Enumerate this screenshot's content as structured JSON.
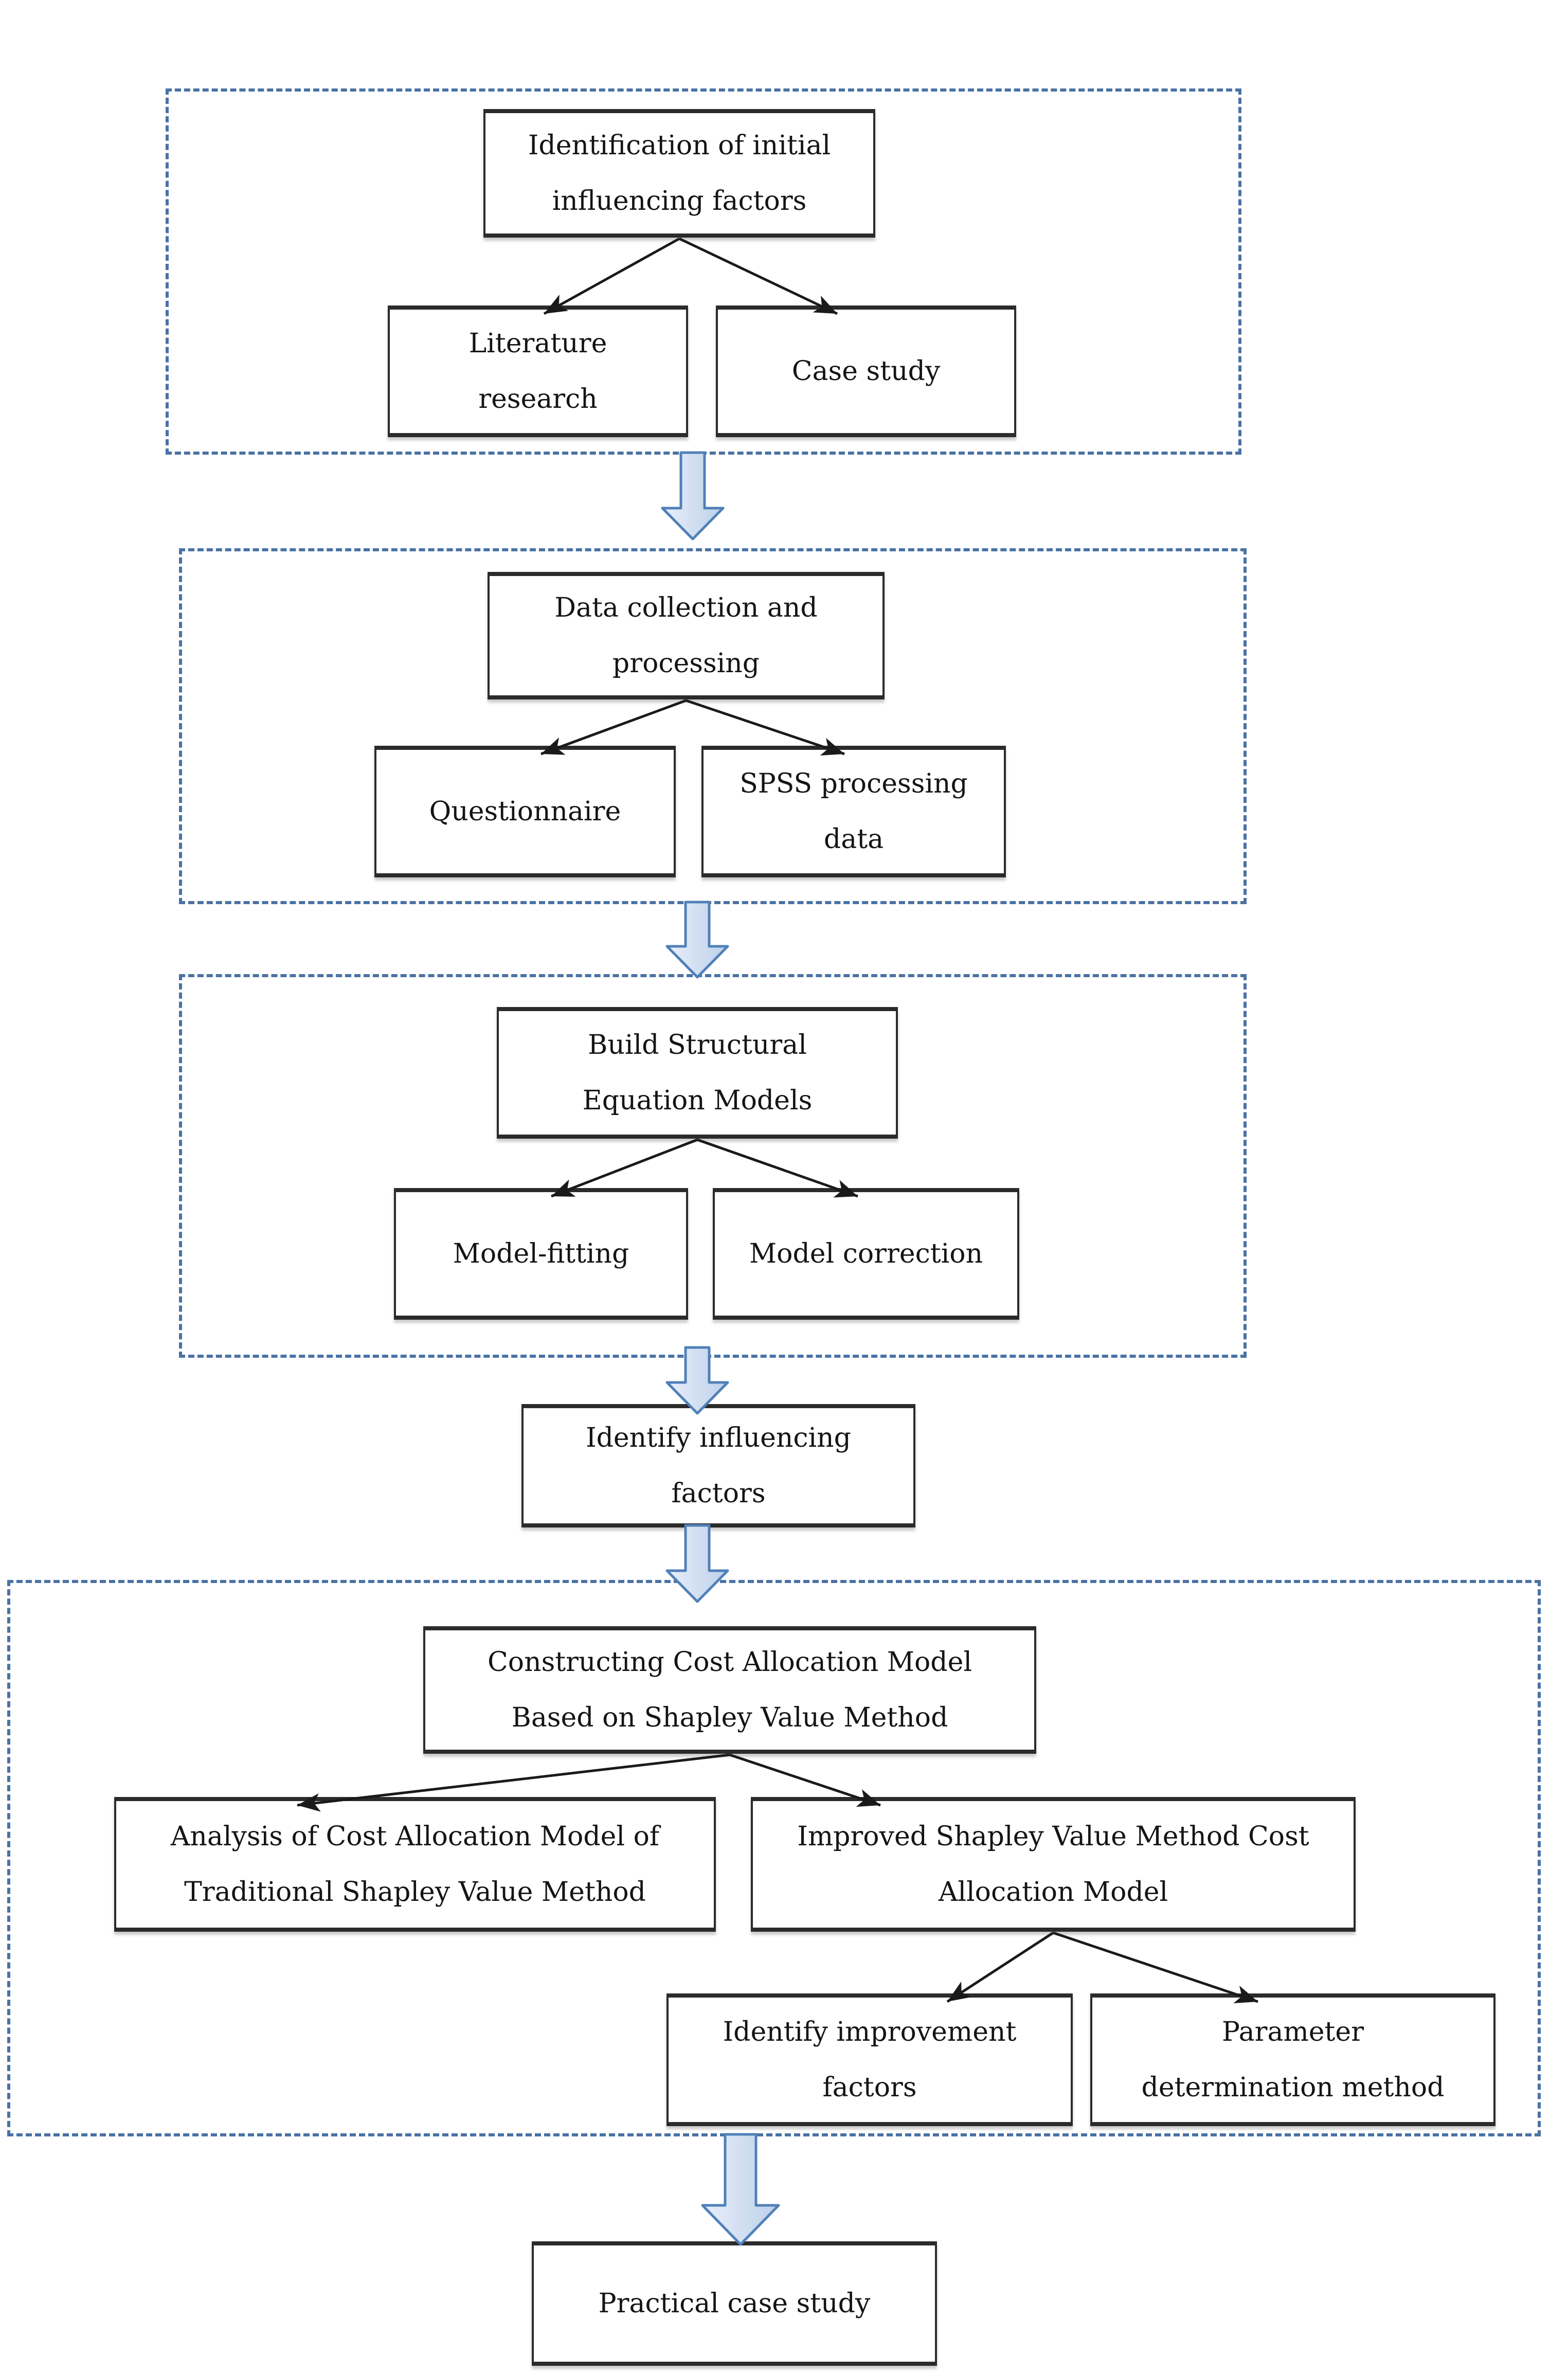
{
  "figure": {
    "type": "flowchart",
    "background": "#ffffff",
    "description_visible_text_only": true
  },
  "palette": {
    "dashed_border": "#4a72a4",
    "box_border": "#2b2b2b",
    "text": "#141414",
    "connector": "#1a1a1a",
    "flow_arrow_fill_top": "#e9effa",
    "flow_arrow_fill_bottom": "#bcd0ea",
    "flow_arrow_stroke": "#5080b8"
  },
  "nodes": {
    "a1": {
      "lines": [
        "Identification of initial",
        "influencing factors"
      ]
    },
    "a2": {
      "lines": [
        "Literature",
        "research"
      ]
    },
    "a3": {
      "lines": [
        "Case study"
      ]
    },
    "b1": {
      "lines": [
        "Data collection and",
        "processing"
      ]
    },
    "b2": {
      "lines": [
        "Questionnaire"
      ]
    },
    "b3": {
      "lines": [
        "SPSS processing",
        "data"
      ]
    },
    "c1": {
      "lines": [
        "Build Structural",
        "Equation Models"
      ]
    },
    "c2": {
      "lines": [
        "Model-fitting"
      ]
    },
    "c3": {
      "lines": [
        "Model correction"
      ]
    },
    "d1": {
      "lines": [
        "Identify influencing",
        "factors"
      ]
    },
    "e1": {
      "lines": [
        "Constructing Cost Allocation Model",
        "Based on Shapley Value Method"
      ]
    },
    "e2": {
      "lines": [
        "Analysis of Cost Allocation Model of",
        "Traditional Shapley Value Method"
      ]
    },
    "e3": {
      "lines": [
        "Improved Shapley Value Method Cost",
        "Allocation Model"
      ]
    },
    "e4": {
      "lines": [
        "Identify improvement",
        "factors"
      ]
    },
    "e5": {
      "lines": [
        "Parameter",
        "determination method"
      ]
    },
    "f1": {
      "lines": [
        "Practical case study"
      ]
    }
  }
}
